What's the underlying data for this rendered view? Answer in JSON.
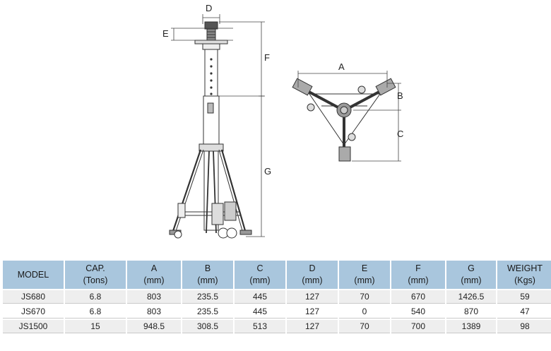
{
  "drawing": {
    "side_view_labels": [
      "D",
      "E",
      "F",
      "G"
    ],
    "top_view_labels": [
      "A",
      "B",
      "C"
    ]
  },
  "table": {
    "columns": [
      {
        "name": "MODEL",
        "unit": ""
      },
      {
        "name": "CAP.",
        "unit": "(Tons)"
      },
      {
        "name": "A",
        "unit": "(mm)"
      },
      {
        "name": "B",
        "unit": "(mm)"
      },
      {
        "name": "C",
        "unit": "(mm)"
      },
      {
        "name": "D",
        "unit": "(mm)"
      },
      {
        "name": "E",
        "unit": "(mm)"
      },
      {
        "name": "F",
        "unit": "(mm)"
      },
      {
        "name": "G",
        "unit": "(mm)"
      },
      {
        "name": "WEIGHT",
        "unit": "(Kgs)"
      }
    ],
    "rows": [
      [
        "JS680",
        "6.8",
        "803",
        "235.5",
        "445",
        "127",
        "70",
        "670",
        "1426.5",
        "59"
      ],
      [
        "JS670",
        "6.8",
        "803",
        "235.5",
        "445",
        "127",
        "0",
        "540",
        "870",
        "47"
      ],
      [
        "JS1500",
        "15",
        "948.5",
        "308.5",
        "513",
        "127",
        "70",
        "700",
        "1389",
        "98"
      ]
    ]
  }
}
